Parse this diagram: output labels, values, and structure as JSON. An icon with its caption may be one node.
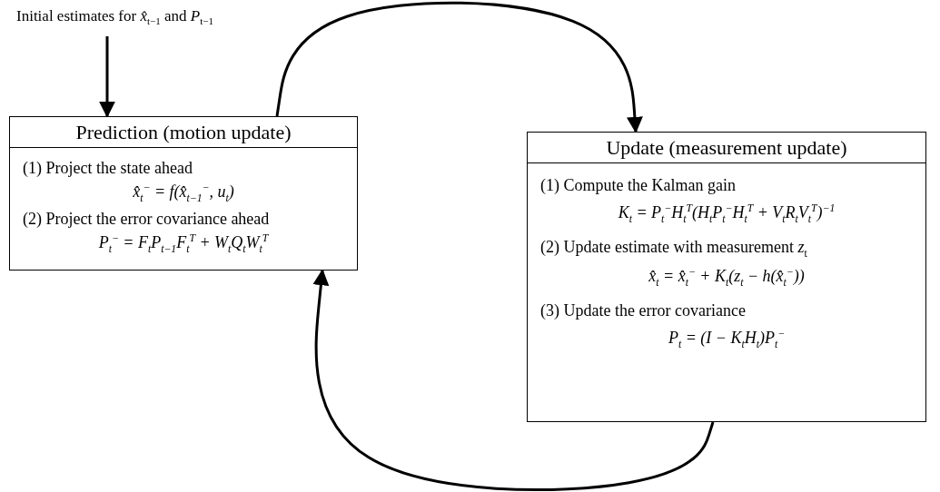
{
  "diagram": {
    "nodes": [
      {
        "text": [
          "Initial estimates for *x̂*$_{t−1}$ and *P*$_{t−1}$"
        ]
      },
      {
        "text": [
          "Prediction (motion update)",
          "(1) Project the state ahead",
          "x̂$_{t}$$^{−}$ = f(x̂$_{t−1}$$^{−}$, u$_{t}$)",
          "(2) Project the error covariance ahead",
          "P$_{t}$$^{−}$ = F$_{t}$P$_{t−1}$F$_{t}$$^{T}$ + W$_{t}$Q$_{t}$W$_{t}$$^{T}$"
        ]
      },
      {
        "text": [
          "Update (measurement update)",
          "(1) Compute the Kalman gain",
          "K$_{t}$ = P$_{t}$$^{−}$H$_{t}$$^{T}$(H$_{t}$P$_{t}$$^{−}$H$_{t}$$^{T}$ + V$_{t}$R$_{t}$V$_{t}$$^{T}$)$^{−1}$",
          "(2) Update estimate with measurement *z*$_{t}$",
          "x̂$_{t}$ = x̂$_{t}$$^{−}$ + K$_{t}$(z$_{t}$ − h(x̂$_{t}$$^{−}$))",
          "(3) Update the error covariance",
          "P$_{t}$ = (I − K$_{t}$H$_{t}$)P$_{t}$$^{−}$"
        ]
      }
    ],
    "edges": [
      {
        "from": 0,
        "to": 1,
        "arrow": "to"
      },
      {
        "from": 1,
        "to": 2,
        "arrow": "to"
      },
      {
        "from": 2,
        "to": 1,
        "arrow": "to"
      }
    ]
  }
}
